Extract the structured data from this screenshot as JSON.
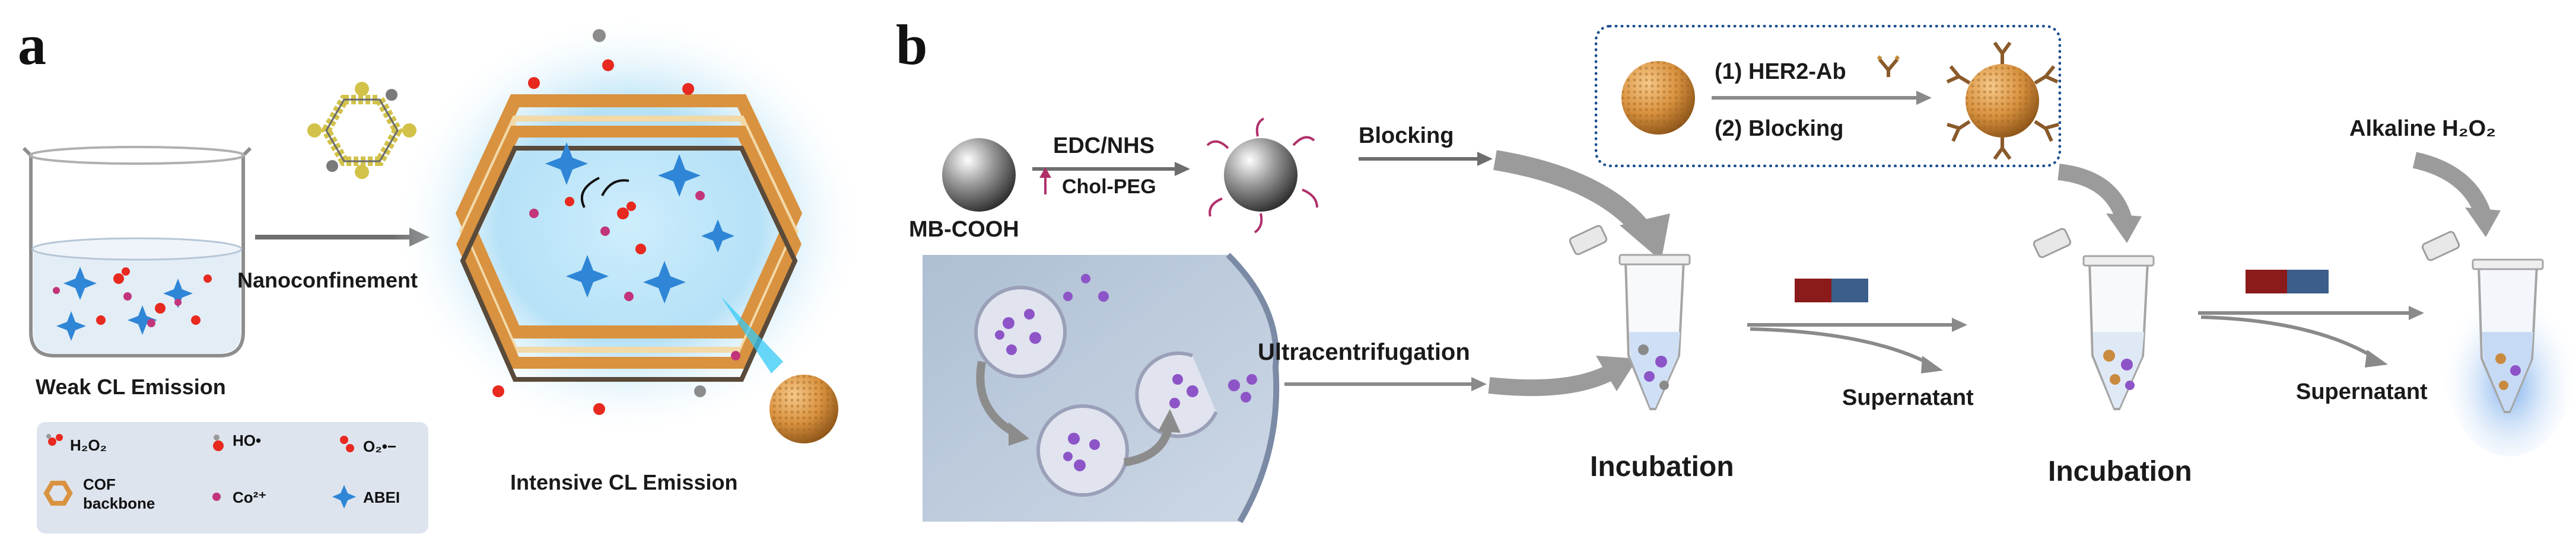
{
  "panels": {
    "a": "a",
    "b": "b"
  },
  "panel_a": {
    "weak_label": "Weak CL Emission",
    "arrow_label": "Nanoconfinement",
    "intense_label": "Intensive CL Emission",
    "legend": {
      "h2o2": "H₂O₂",
      "ho": "HO•",
      "o2": "O₂•−",
      "cof_line1": "COF",
      "cof_line2": "backbone",
      "co": "Co²⁺",
      "abei": "ABEI"
    }
  },
  "panel_b": {
    "mb_label": "MB-COOH",
    "edc_label": "EDC/NHS",
    "chol_label": "Chol-PEG",
    "blocking_label": "Blocking",
    "ultra_label": "Ultracentrifugation",
    "incubation_1": "Incubation",
    "supernatant_1": "Supernatant",
    "step1_label": "(1)  HER2-Ab",
    "step2_label": "(2)  Blocking",
    "incubation_2": "Incubation",
    "supernatant_2": "Supernatant",
    "alkaline_label": "Alkaline H₂O₂"
  },
  "colors": {
    "cof_orange": "#d9923f",
    "abei_blue": "#2f86d6",
    "dashed_border": "#1c4f8f",
    "arrow_gray": "#8a8a8a",
    "magnet_red": "#8b1a1a",
    "magnet_blue": "#3b5f8a"
  }
}
